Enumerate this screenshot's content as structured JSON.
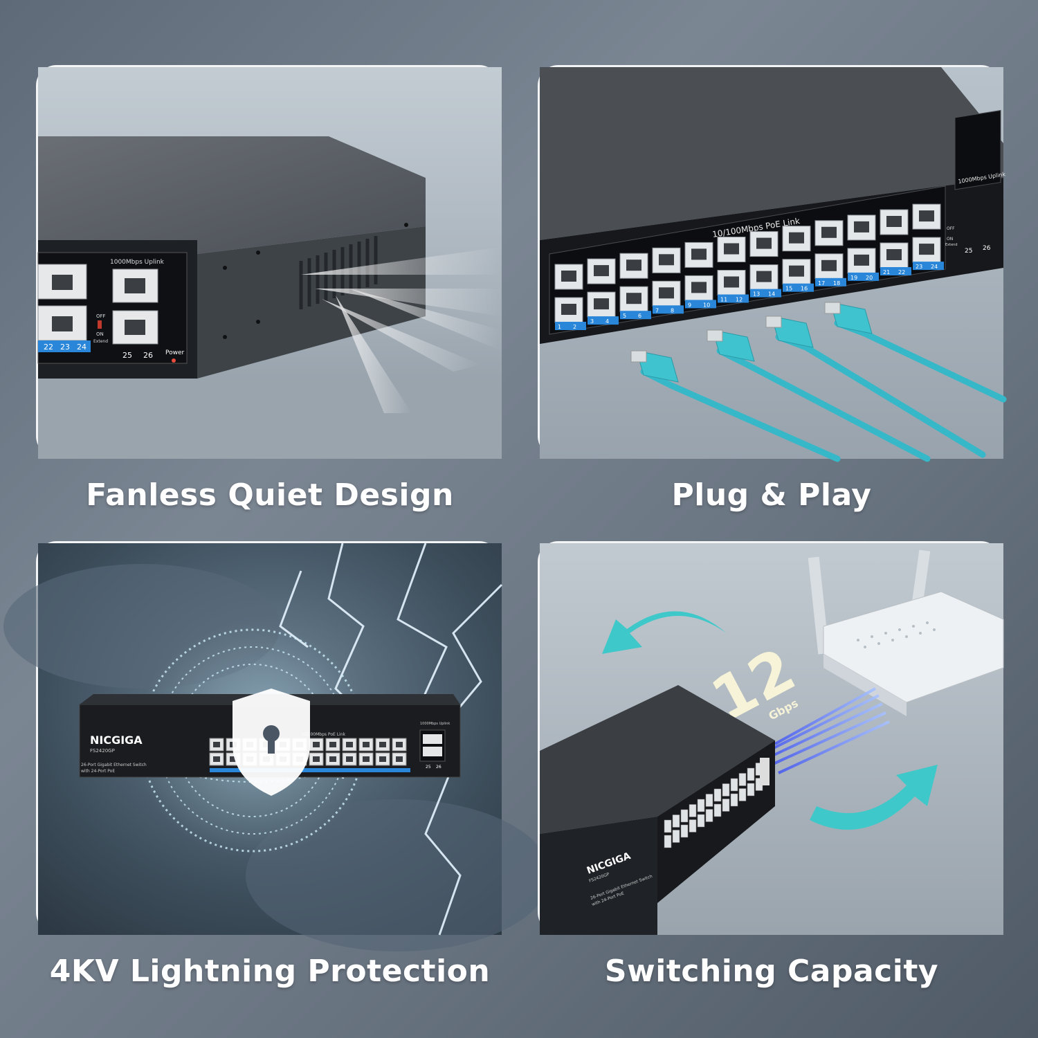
{
  "panels": [
    {
      "caption": "Fanless Quiet Design",
      "labels": {
        "uplink": "1000Mbps Uplink",
        "p22": "22",
        "p23": "23",
        "p24": "24",
        "p25": "25",
        "p26": "26",
        "power": "Power",
        "off": "OFF",
        "on": "ON",
        "extend": "Extend"
      }
    },
    {
      "caption": "Plug & Play",
      "labels": {
        "poe_link": "10/100Mbps PoE Link",
        "uplink": "1000Mbps Uplink",
        "p25": "25",
        "p26": "26",
        "off": "OFF",
        "on": "ON",
        "extend": "Extend"
      },
      "port_numbers": [
        "1",
        "2",
        "3",
        "4",
        "5",
        "6",
        "7",
        "8",
        "9",
        "10",
        "11",
        "12",
        "13",
        "14",
        "15",
        "16",
        "17",
        "18",
        "19",
        "20",
        "21",
        "22",
        "23",
        "24"
      ]
    },
    {
      "caption": "4KV Lightning Protection",
      "labels": {
        "brand": "NICGIGA",
        "model": "FS2420GP",
        "desc1": "26-Port Gigabit Ethernet Switch",
        "desc2": "with 24-Port PoE",
        "poe_link": "10/100Mbps PoE Link",
        "uplink": "1000Mbps Uplink",
        "p25": "25",
        "p26": "26"
      }
    },
    {
      "caption": "Switching Capacity",
      "labels": {
        "capacity": "12",
        "unit": "Gbps",
        "brand": "NICGIGA",
        "model": "FS2420GP",
        "desc1": "26-Port Gigabit Ethernet Switch",
        "desc2": "with 24-Port PoE"
      }
    }
  ],
  "colors": {
    "accent": "#3fc8c9",
    "port_blue": "#2a86d8",
    "cable": "#37b8c8",
    "panel_border": "#f2f4f6"
  }
}
